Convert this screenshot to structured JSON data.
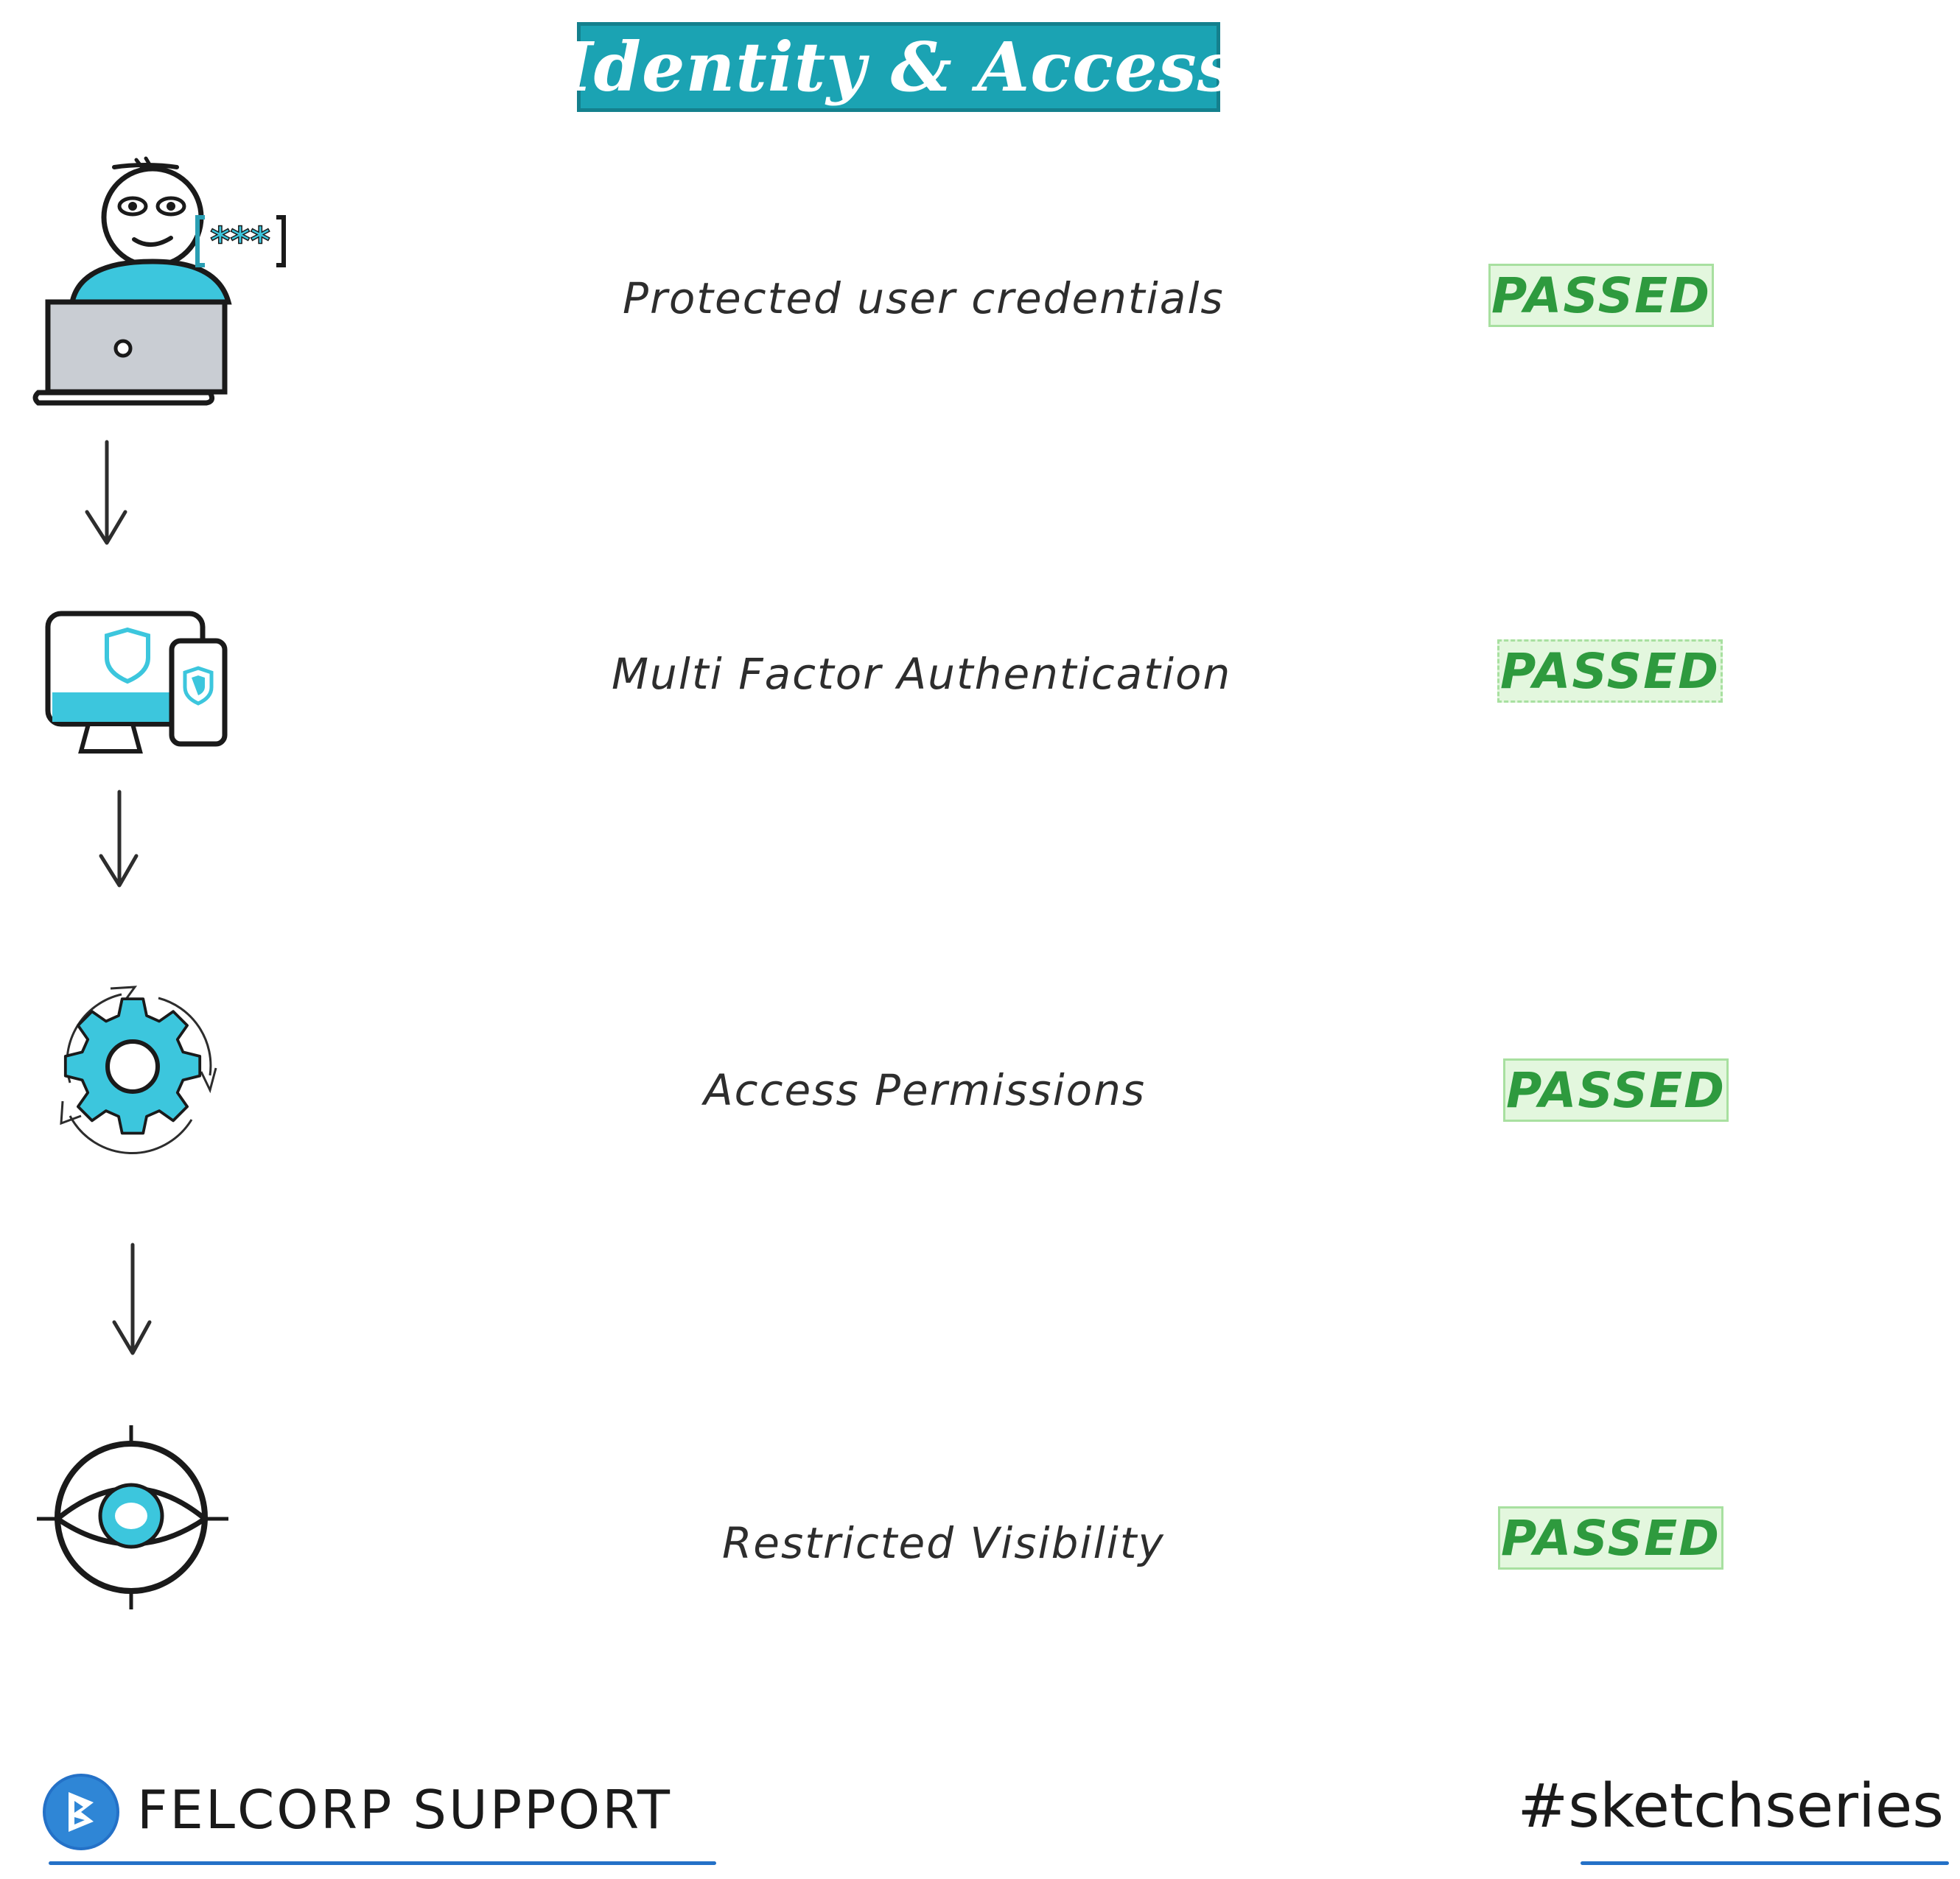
{
  "title": "Identity & Access",
  "steps": [
    {
      "label": "Protected user credentials",
      "status": "PASSED",
      "icon": "user-laptop-password-icon"
    },
    {
      "label": "Multi Factor Authentication",
      "status": "PASSED",
      "icon": "mfa-devices-shield-icon"
    },
    {
      "label": "Access Permissions",
      "status": "PASSED",
      "icon": "gear-cycle-icon"
    },
    {
      "label": "Restricted Visibility",
      "status": "PASSED",
      "icon": "eye-target-icon"
    }
  ],
  "password_mask": "***",
  "footer": {
    "brand": "FELCORP SUPPORT",
    "hashtag": "#sketchseries"
  },
  "colors": {
    "accent": "#1ba3b3",
    "icon_fill": "#3cc6dd",
    "status_text": "#2e9a3e",
    "status_bg": "#e3f7de",
    "underline": "#2471c7"
  }
}
